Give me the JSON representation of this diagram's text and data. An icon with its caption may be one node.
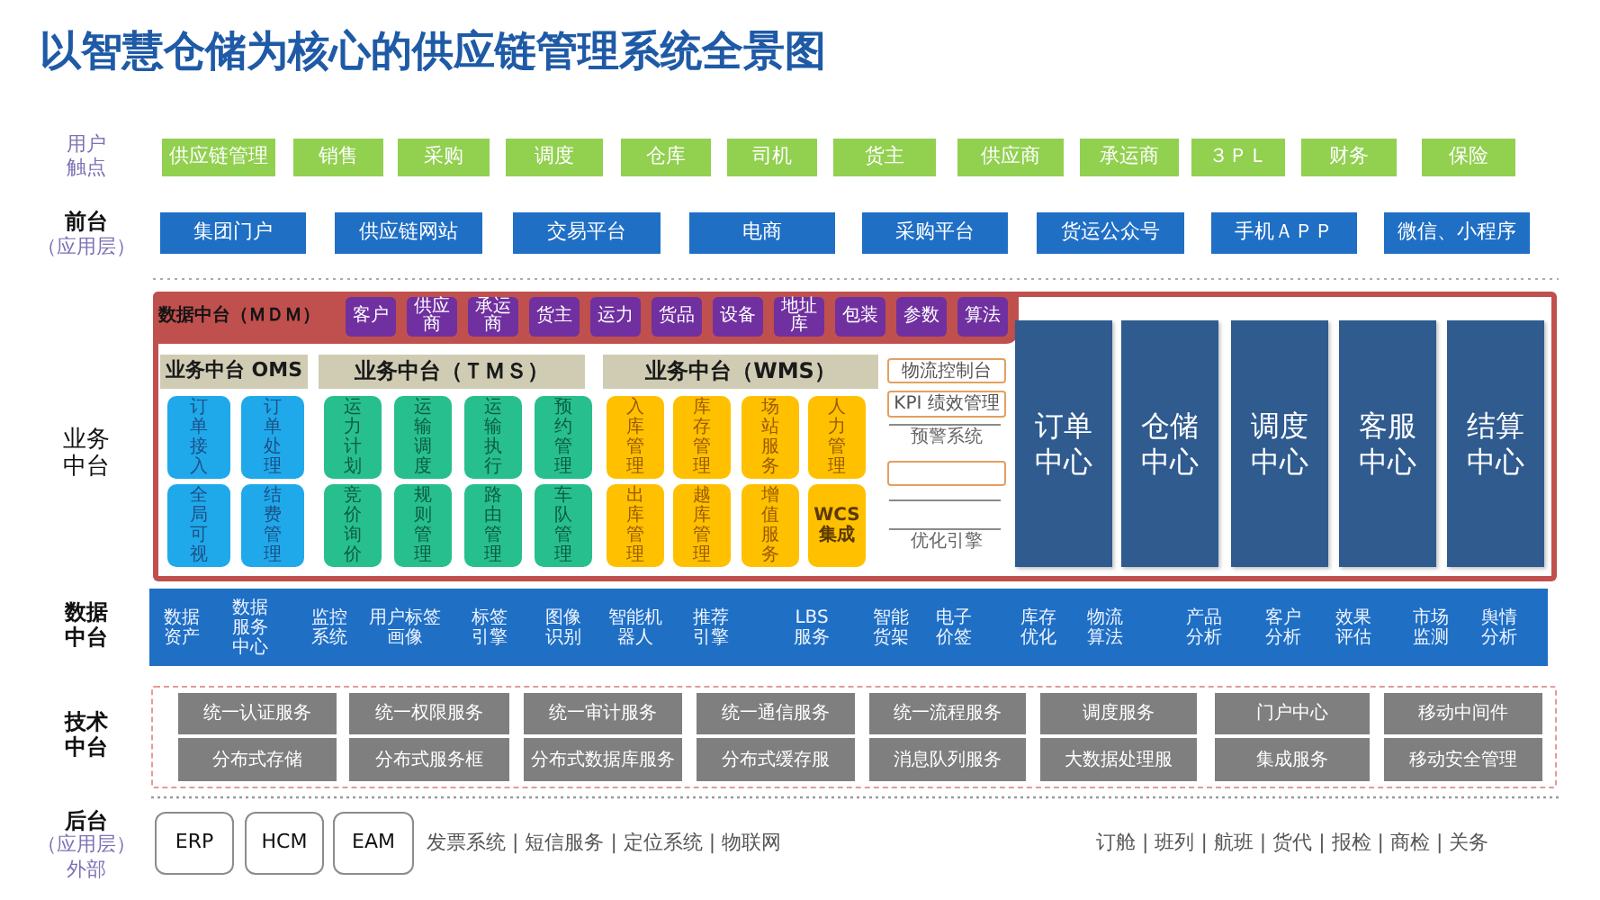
{
  "diagram": {
    "title": "以智慧仓储为核心的供应链管理系统全景图",
    "nodes": [
      {
        "text": [
          "供应链管理"
        ]
      },
      {
        "text": [
          "销售"
        ]
      },
      {
        "text": [
          "采购"
        ]
      },
      {
        "text": [
          "调度"
        ]
      },
      {
        "text": [
          "仓库"
        ]
      },
      {
        "text": [
          "司机"
        ]
      },
      {
        "text": [
          "货主"
        ]
      },
      {
        "text": [
          "供应商"
        ]
      },
      {
        "text": [
          "承运商"
        ]
      },
      {
        "text": [
          "３ＰＬ"
        ]
      },
      {
        "text": [
          "财务"
        ]
      },
      {
        "text": [
          "保险"
        ]
      },
      {
        "text": [
          "集团门户"
        ]
      },
      {
        "text": [
          "供应链网站"
        ]
      },
      {
        "text": [
          "交易平台"
        ]
      },
      {
        "text": [
          "电商"
        ]
      },
      {
        "text": [
          "采购平台"
        ]
      },
      {
        "text": [
          "货运公众号"
        ]
      },
      {
        "text": [
          "手机ＡＰＰ"
        ]
      },
      {
        "text": [
          "微信、小程序"
        ]
      },
      {
        "text": [
          "数据中台（ＭＤＭ）"
        ]
      },
      {
        "text": [
          "客户"
        ],
        "in": 20
      },
      {
        "text": [
          "供应商"
        ],
        "in": 20
      },
      {
        "text": [
          "承运商"
        ],
        "in": 20
      },
      {
        "text": [
          "货主"
        ],
        "in": 20
      },
      {
        "text": [
          "运力"
        ],
        "in": 20
      },
      {
        "text": [
          "货品"
        ],
        "in": 20
      },
      {
        "text": [
          "设备"
        ],
        "in": 20
      },
      {
        "text": [
          "地址库"
        ],
        "in": 20
      },
      {
        "text": [
          "包装"
        ],
        "in": 20
      },
      {
        "text": [
          "参数"
        ],
        "in": 20
      },
      {
        "text": [
          "算法"
        ],
        "in": 20
      },
      {
        "text": [
          "业务中台 OMS"
        ],
        "in": 20
      },
      {
        "text": [
          "业务中台（ＴＭＳ）"
        ],
        "in": 20
      },
      {
        "text": [
          "业务中台（WMS）"
        ],
        "in": 20
      },
      {
        "text": [
          "物流控制台"
        ],
        "in": 20
      },
      {
        "text": [
          "KPI 绩效管理"
        ],
        "in": 20
      },
      {
        "text": [],
        "shape": "box",
        "in": 20
      },
      {
        "text": [
          "订单接入"
        ],
        "in": 20
      },
      {
        "text": [
          "订单处理"
        ],
        "in": 20
      },
      {
        "text": [
          "运力计划"
        ],
        "in": 20
      },
      {
        "text": [
          "运输调度"
        ],
        "in": 20
      },
      {
        "text": [
          "运输执行"
        ],
        "in": 20
      },
      {
        "text": [
          "预约管理"
        ],
        "in": 20
      },
      {
        "text": [
          "入库管理"
        ],
        "in": 20
      },
      {
        "text": [
          "库存管理"
        ],
        "in": 20
      },
      {
        "text": [
          "场站服务"
        ],
        "in": 20
      },
      {
        "text": [
          "人力管理"
        ],
        "in": 20
      },
      {
        "text": [
          "全局可视"
        ],
        "in": 20
      },
      {
        "text": [
          "结费管理"
        ],
        "in": 20
      },
      {
        "text": [
          "竞价询价"
        ],
        "in": 20
      },
      {
        "text": [
          "规则管理"
        ],
        "in": 20
      },
      {
        "text": [
          "路由管理"
        ],
        "in": 20
      },
      {
        "text": [
          "车队管理"
        ],
        "in": 20
      },
      {
        "text": [
          "出库管理"
        ],
        "in": 20
      },
      {
        "text": [
          "越库管理"
        ],
        "in": 20
      },
      {
        "text": [
          "增值服务"
        ],
        "in": 20
      },
      {
        "text": [
          "WCS集成"
        ],
        "in": 20
      },
      {
        "text": [
          "订单中心"
        ],
        "in": 20
      },
      {
        "text": [
          "仓储中心"
        ],
        "in": 20
      },
      {
        "text": [
          "调度中心"
        ],
        "in": 20
      },
      {
        "text": [
          "客服中心"
        ],
        "in": 20
      },
      {
        "text": [
          "结算中心"
        ],
        "in": 20
      },
      {
        "text": [
          "数据资产",
          "数据服务中心",
          "监控系统",
          "用户标签画像",
          "标签引擎",
          "图像识别",
          "智能机器人",
          "推荐引擎",
          "LBS服务",
          "智能货架",
          "电子价签",
          "库存优化",
          "物流算法",
          "产品分析",
          "客户分析",
          "效果评估",
          "市场监测",
          "舆情分析"
        ]
      },
      {
        "text": [],
        "shape": "box"
      },
      {
        "text": [
          "统一认证服务"
        ],
        "in": 64
      },
      {
        "text": [
          "统一权限服务"
        ],
        "in": 64
      },
      {
        "text": [
          "统一审计服务"
        ],
        "in": 64
      },
      {
        "text": [
          "统一通信服务"
        ],
        "in": 64
      },
      {
        "text": [
          "统一流程服务"
        ],
        "in": 64
      },
      {
        "text": [
          "调度服务"
        ],
        "in": 64
      },
      {
        "text": [
          "门户中心"
        ],
        "in": 64
      },
      {
        "text": [
          "移动中间件"
        ],
        "in": 64
      },
      {
        "text": [
          "分布式存储"
        ],
        "in": 64
      },
      {
        "text": [
          "分布式服务框"
        ],
        "in": 64
      },
      {
        "text": [
          "分布式数据库服务"
        ],
        "in": 64
      },
      {
        "text": [
          "分布式缓存服"
        ],
        "in": 64
      },
      {
        "text": [
          "消息队列服务"
        ],
        "in": 64
      },
      {
        "text": [
          "大数据处理服"
        ],
        "in": 64
      },
      {
        "text": [
          "集成服务"
        ],
        "in": 64
      },
      {
        "text": [
          "移动安全管理"
        ],
        "in": 64
      },
      {
        "text": [
          "ERP"
        ]
      },
      {
        "text": [
          "HCM"
        ]
      },
      {
        "text": [
          "EAM"
        ]
      }
    ],
    "labels": [
      "用户触点",
      "前台",
      "（应用层）",
      "业务中台",
      "预警系统",
      "优化引擎",
      "数据中台",
      "技术中台",
      "后台",
      "（应用层）",
      "外部",
      "发票系统 | 短信服务 | 定位系统 | 物联网",
      "订舱 | 班列 | 航班 | 货代 | 报检 | 商检 | 关务"
    ]
  }
}
